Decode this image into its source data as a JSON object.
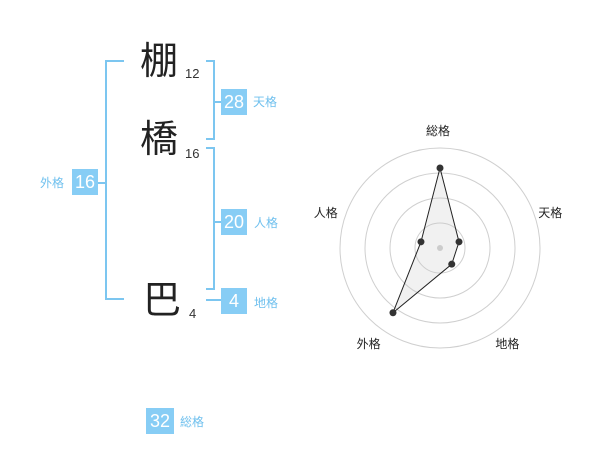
{
  "name": {
    "chars": [
      {
        "char": "棚",
        "strokes": "12"
      },
      {
        "char": "橋",
        "strokes": "16"
      },
      {
        "char": "巴",
        "strokes": "4"
      }
    ]
  },
  "kakusu": {
    "tenkaku": {
      "value": "28",
      "label": "天格"
    },
    "jinkaku": {
      "value": "20",
      "label": "人格"
    },
    "chikaku": {
      "value": "4",
      "label": "地格"
    },
    "gaikaku": {
      "value": "16",
      "label": "外格"
    },
    "soukaku": {
      "value": "32",
      "label": "総格"
    }
  },
  "colors": {
    "accent": "#87cdf5",
    "bracket": "#7cc6f0",
    "text": "#222222"
  },
  "chart_data": {
    "type": "radar",
    "axes": [
      "総格",
      "天格",
      "地格",
      "外格",
      "人格"
    ],
    "values": [
      0.8,
      0.2,
      0.2,
      0.8,
      0.2
    ],
    "rings": 4,
    "range": [
      0,
      1
    ]
  }
}
